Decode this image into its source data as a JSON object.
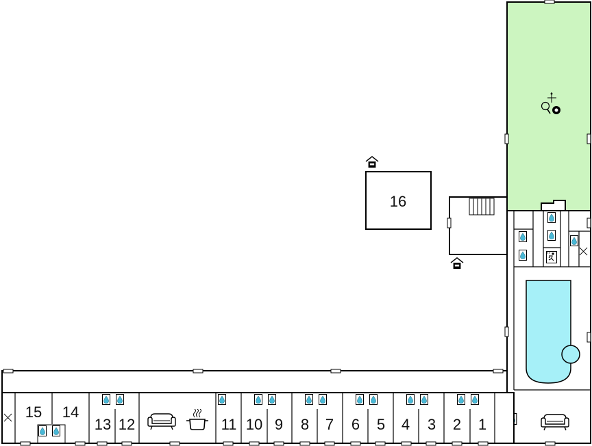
{
  "colors": {
    "wall": "#000000",
    "floor": "#ffffff",
    "activity_room": "#ccf5c0",
    "pool_water": "#a6f0f8",
    "drop": "#49b8d6"
  },
  "rooms": {
    "r1": "1",
    "r2": "2",
    "r3": "3",
    "r4": "4",
    "r5": "5",
    "r6": "6",
    "r7": "7",
    "r8": "8",
    "r9": "9",
    "r10": "10",
    "r11": "11",
    "r12": "12",
    "r13": "13",
    "r14": "14",
    "r15": "15",
    "r16": "16"
  },
  "icons": {
    "bathroom": "water-drop-icon",
    "living": "sofa-icon",
    "kitchen": "cooking-pot-icon",
    "entrance": "house-entrance-icon",
    "stairs": "stairs-icon",
    "table_tennis": "table-tennis-icon",
    "billiards": "billiard-ball-icon",
    "sauna": "sauna-icon",
    "pool": "swimming-pool-icon",
    "door": "x-door-icon"
  }
}
